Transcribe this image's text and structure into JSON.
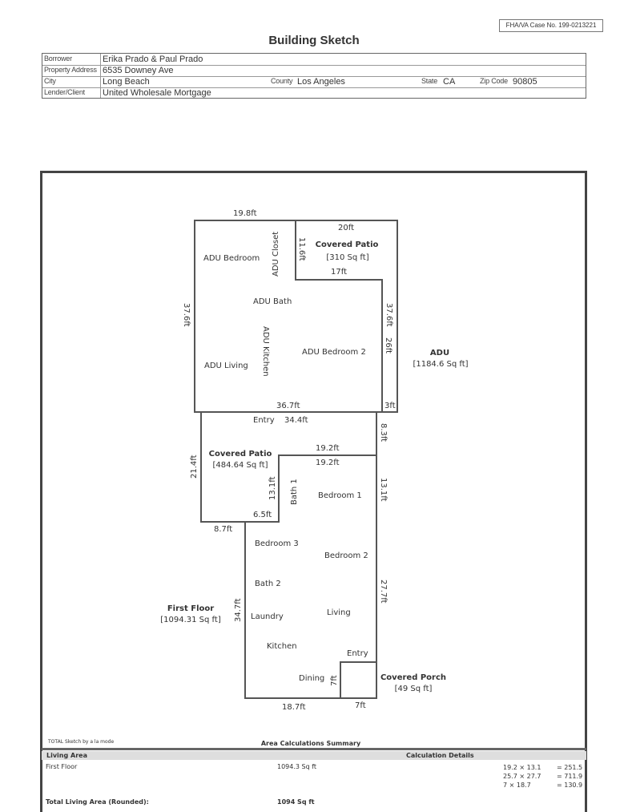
{
  "header": {
    "case_no": "FHA/VA Case No. 199-0213221",
    "title": "Building Sketch"
  },
  "info": {
    "borrower_label": "Borrower",
    "borrower": "Erika Prado & Paul Prado",
    "address_label": "Property Address",
    "address": "6535 Downey Ave",
    "city_label": "City",
    "city": "Long Beach",
    "county_label": "County",
    "county": "Los Angeles",
    "state_label": "State",
    "state": "CA",
    "zip_label": "Zip Code",
    "zip": "90805",
    "lender_label": "Lender/Client",
    "lender": "United Wholesale Mortgage"
  },
  "sketch": {
    "rooms": {
      "adu_bedroom": "ADU Bedroom",
      "adu_closet": "ADU Closet",
      "adu_bath": "ADU Bath",
      "adu_kitchen": "ADU Kitchen",
      "adu_living": "ADU Living",
      "adu_bedroom2": "ADU Bedroom 2",
      "entry_top": "Entry",
      "bath1": "Bath 1",
      "bedroom1": "Bedroom 1",
      "bedroom3": "Bedroom 3",
      "bedroom2": "Bedroom 2",
      "bath2": "Bath 2",
      "laundry": "Laundry",
      "living": "Living",
      "kitchen": "Kitchen",
      "entry_bottom": "Entry",
      "dining": "Dining"
    },
    "dims": {
      "d_19_8": "19.8ft",
      "d_20": "20ft",
      "d_11_6": "11.6ft",
      "d_17": "17ft",
      "d_37_6_left": "37.6ft",
      "d_37_6_right": "37.6ft",
      "d_26": "26ft",
      "d_3": "3ft",
      "d_36_7": "36.7ft",
      "d_34_4": "34.4ft",
      "d_8_3": "8.3ft",
      "d_21_4": "21.4ft",
      "d_19_2a": "19.2ft",
      "d_19_2b": "19.2ft",
      "d_13_1a": "13.1ft",
      "d_13_1b": "13.1ft",
      "d_6_5": "6.5ft",
      "d_8_7": "8.7ft",
      "d_27_7": "27.7ft",
      "d_34_7": "34.7ft",
      "d_7a": "7ft",
      "d_18_7": "18.7ft",
      "d_7b": "7ft"
    },
    "areas": {
      "covered_patio_top_name": "Covered Patio",
      "covered_patio_top_area": "[310 Sq ft]",
      "adu_name": "ADU",
      "adu_area": "[1184.6 Sq ft]",
      "covered_patio_mid_name": "Covered Patio",
      "covered_patio_mid_area": "[484.64 Sq ft]",
      "first_floor_name": "First Floor",
      "first_floor_area": "[1094.31 Sq ft]",
      "covered_porch_name": "Covered Porch",
      "covered_porch_area": "[49 Sq ft]"
    },
    "credit": "TOTAL Sketch by a la mode"
  },
  "summary": {
    "title": "Area Calculations Summary",
    "col_living": "Living Area",
    "col_calc": "Calculation Details",
    "row_name": "First Floor",
    "row_value": "1094.3 Sq ft",
    "calcs": [
      {
        "expr": "19.2 × 13.1",
        "result": "= 251.5"
      },
      {
        "expr": "25.7 × 27.7",
        "result": "= 711.9"
      },
      {
        "expr": "7 × 18.7",
        "result": "= 130.9"
      }
    ],
    "total_label": "Total Living Area (Rounded):",
    "total_value": "1094 Sq ft"
  }
}
